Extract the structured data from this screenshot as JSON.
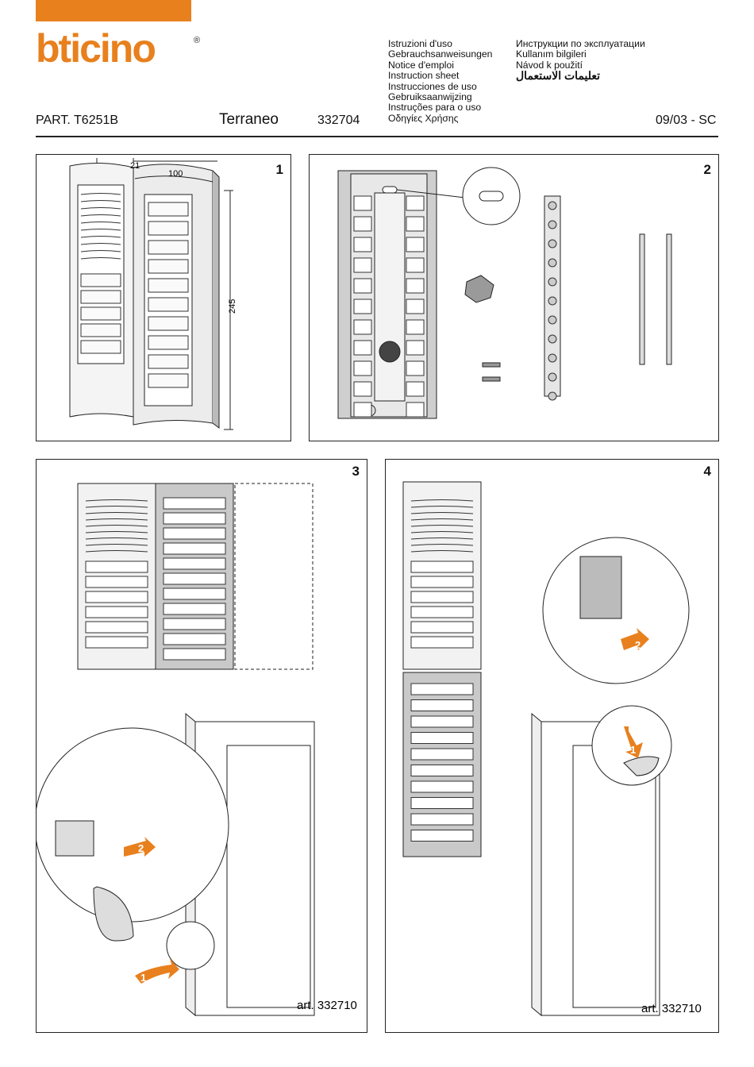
{
  "header": {
    "brand": "bticino",
    "registered": "®",
    "part": "PART. T6251B",
    "product": "Terraneo",
    "code": "332704",
    "date": "09/03 - SC",
    "languages_left": [
      "Istruzioni d'uso",
      "Gebrauchsanweisungen",
      "Notice d'emploi",
      "Instruction sheet",
      "Instrucciones de uso",
      "Gebruiksaanwijzing",
      "Instruções para o uso",
      "Οδηγίες Χρήσης"
    ],
    "languages_right": [
      "Инструкции по эксплуатации",
      "Kullanım bilgileri",
      "Návod k použití",
      "تعليمات الاستعمال"
    ]
  },
  "figures": {
    "fig1": {
      "number": "1",
      "dim_a": "21",
      "dim_b": "100",
      "dim_c": "245"
    },
    "fig2": {
      "number": "2"
    },
    "fig3": {
      "number": "3",
      "art": "art. 332710",
      "step1": "1",
      "step2": "2"
    },
    "fig4": {
      "number": "4",
      "art": "art. 332710",
      "step1": "1",
      "step2": "2"
    }
  },
  "colors": {
    "accent": "#e8801e",
    "panel_grey": "#c9c9c9"
  }
}
